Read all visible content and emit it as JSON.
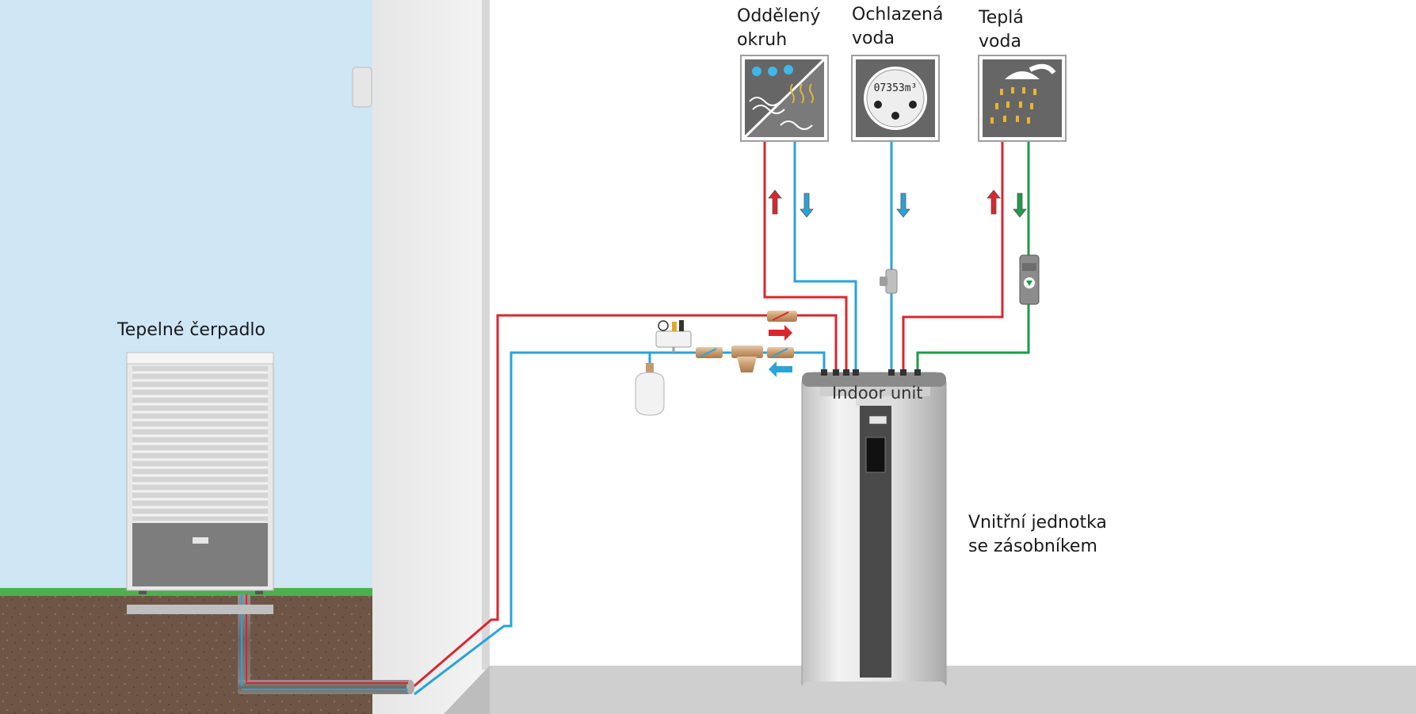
{
  "labels": {
    "heat_pump": "Tepelné čerpadlo",
    "indoor_unit_caption": "Vnitřní jednotka\nse zásobníkem",
    "indoor_unit_panel": "Indoor unit",
    "separate_circuit": "Oddělený\nokruh",
    "cooled_water": "Ochlazená\nvoda",
    "hot_water": "Teplá\nvoda"
  },
  "meter_reading": "07353m³",
  "icons": [
    "heating-cooling-circuit-icon",
    "water-meter-icon",
    "shower-icon"
  ],
  "colors": {
    "supply_pipe": "#d9272e",
    "return_pipe": "#2aa3d8",
    "hot_water_return_pipe": "#1e9a4a",
    "sky": "#cfe6f5",
    "soil": "#6b5343",
    "grass": "#4caf50",
    "unit_body": "#d0d0d0",
    "icon_panel": "#666666"
  }
}
